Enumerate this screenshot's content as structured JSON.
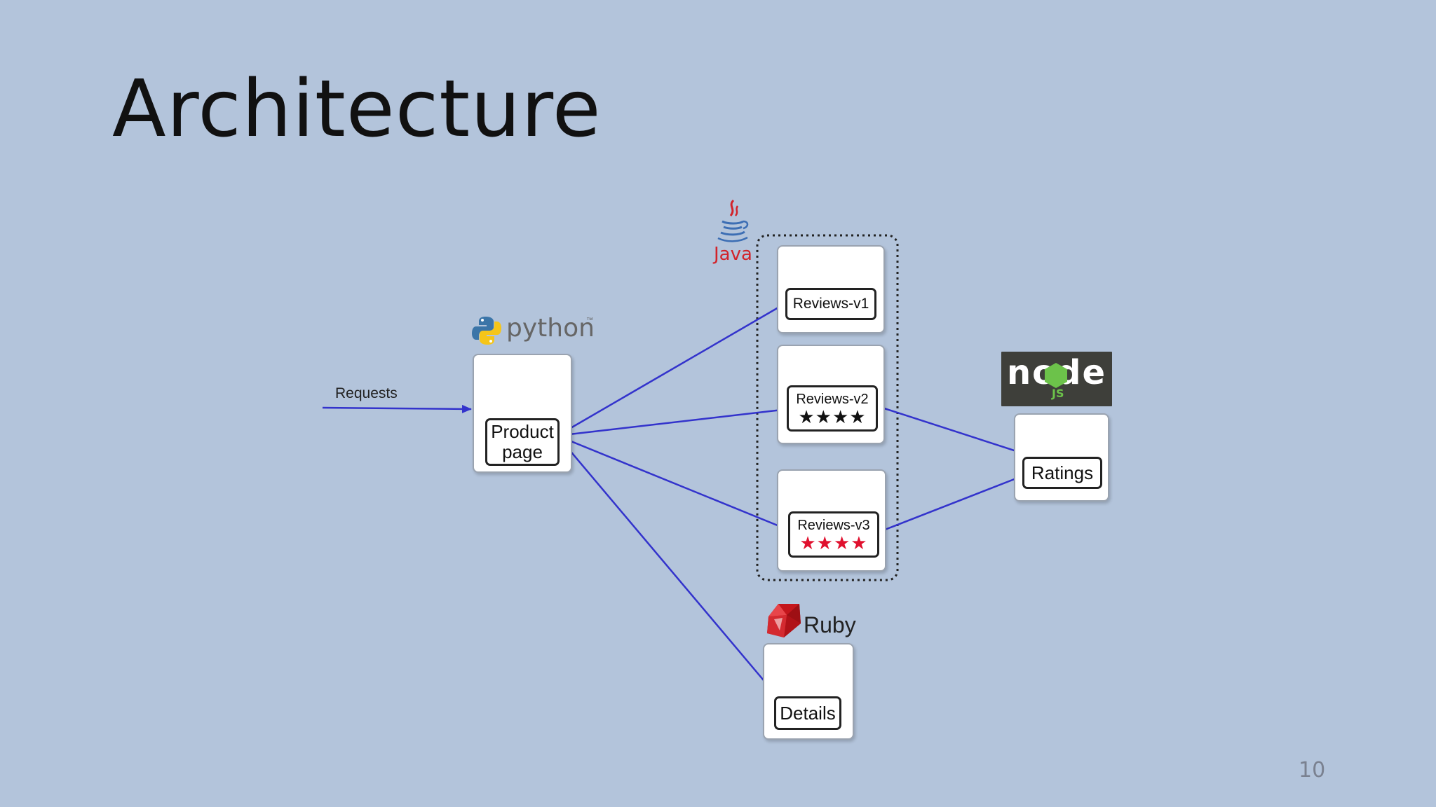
{
  "slide": {
    "title": "Architecture",
    "page_number": "10"
  },
  "diagram": {
    "requests_label": "Requests",
    "languages": {
      "python": "python",
      "java": "Java",
      "ruby": "Ruby",
      "node": "node",
      "node_js": "JS"
    },
    "services": {
      "productpage": {
        "line1": "Product",
        "line2": "page"
      },
      "reviews_v1": {
        "label": "Reviews-v1"
      },
      "reviews_v2": {
        "label": "Reviews-v2",
        "stars": "★★★★",
        "star_color": "#111111"
      },
      "reviews_v3": {
        "label": "Reviews-v3",
        "stars": "★★★★",
        "star_color": "#e0102e"
      },
      "ratings": {
        "label": "Ratings"
      },
      "details": {
        "label": "Details"
      }
    },
    "colors": {
      "background": "#b3c4db",
      "arrow": "#3333cc",
      "java_red": "#d2232a",
      "node_green": "#6cc24a",
      "ruby_red": "#c4161c"
    }
  }
}
